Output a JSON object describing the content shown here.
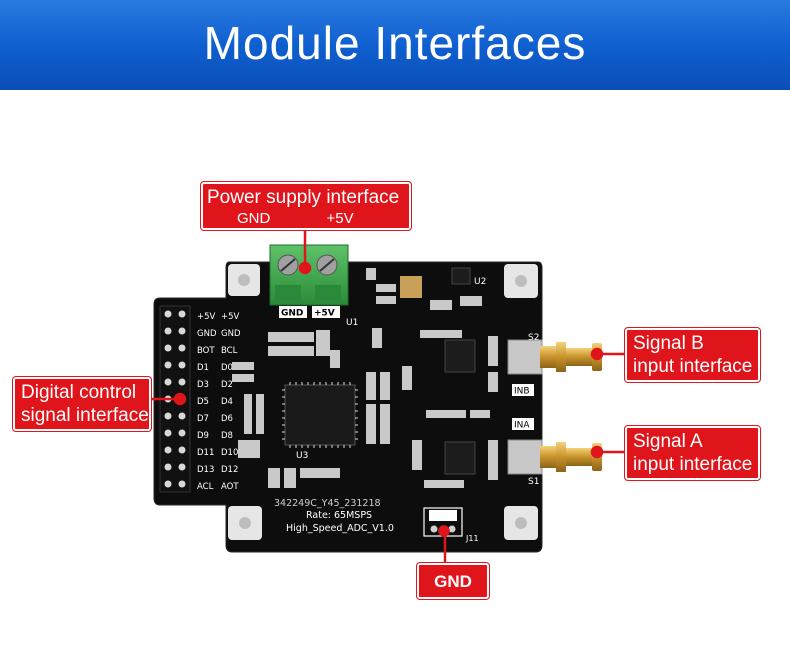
{
  "header": {
    "title": "Module Interfaces"
  },
  "callouts": {
    "power": {
      "title": "Power supply interface",
      "gnd": "GND",
      "plus5v": "+5V"
    },
    "digital": {
      "line1": "Digital control",
      "line2": "signal interface"
    },
    "signal_b": {
      "line1": "Signal B",
      "line2": "input interface"
    },
    "signal_a": {
      "line1": "Signal A",
      "line2": "input interface"
    },
    "gnd": {
      "label": "GND"
    }
  },
  "board": {
    "silk_line1": "342249C_Y45_231218",
    "silk_line2": "Rate: 65MSPS",
    "silk_line3": "High_Speed_ADC_V1.0",
    "terminal_gnd": "GND",
    "terminal_5v": "+5V",
    "gnd_header": "GND",
    "j11": "J11",
    "inb": "INB",
    "ina": "INA",
    "s1": "S1",
    "s2": "S2",
    "u1": "U1",
    "u2": "U2",
    "u3": "U3",
    "header_left": [
      "+5V",
      "GND",
      "BOT",
      "D1",
      "D3",
      "D5",
      "D7",
      "D9",
      "D11",
      "D13",
      "ACL"
    ],
    "header_right": [
      "+5V",
      "GND",
      "BCL",
      "D0",
      "D2",
      "D4",
      "D6",
      "D8",
      "D10",
      "D12",
      "AOT"
    ]
  },
  "colors": {
    "banner": "#1466d6",
    "callout": "#e0141b",
    "pcb": "#0c0c0c",
    "terminal": "#3aa84a",
    "sma_gold": "#d9a934"
  }
}
